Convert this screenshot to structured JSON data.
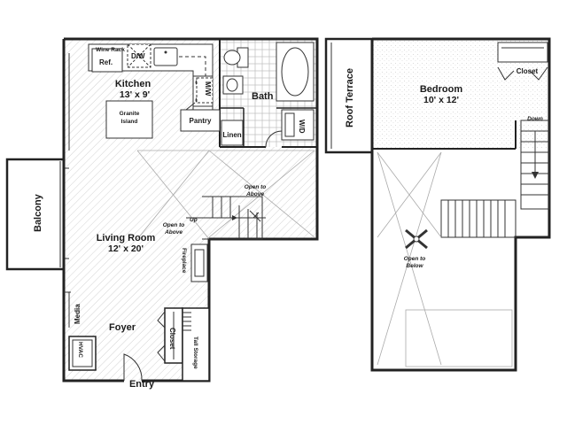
{
  "labels": {
    "wine_rack": "Wine Rack",
    "ref": "Ref.",
    "dw": "D/W",
    "mw": "M/W",
    "kitchen": "Kitchen",
    "kitchen_dim": "13' x 9'",
    "granite": "Granite",
    "island": "Island",
    "pantry": "Pantry",
    "bath": "Bath",
    "linen": "Linen",
    "wd": "W/D",
    "balcony": "Balcony",
    "living": "Living Room",
    "living_dim": "12' x 20'",
    "open_above_1": "Open to",
    "open_above_2": "Above",
    "up": "Up",
    "fireplace": "Fireplace",
    "media": "Media",
    "foyer": "Foyer",
    "closet": "Closet",
    "tall_storage": "Tall Storage",
    "hvac": "HVAC",
    "entry": "Entry",
    "roof_terrace": "Roof Terrace",
    "bedroom": "Bedroom",
    "bedroom_dim": "10' x 12'",
    "down": "Down",
    "open_below_1": "Open to",
    "open_below_2": "Below"
  }
}
